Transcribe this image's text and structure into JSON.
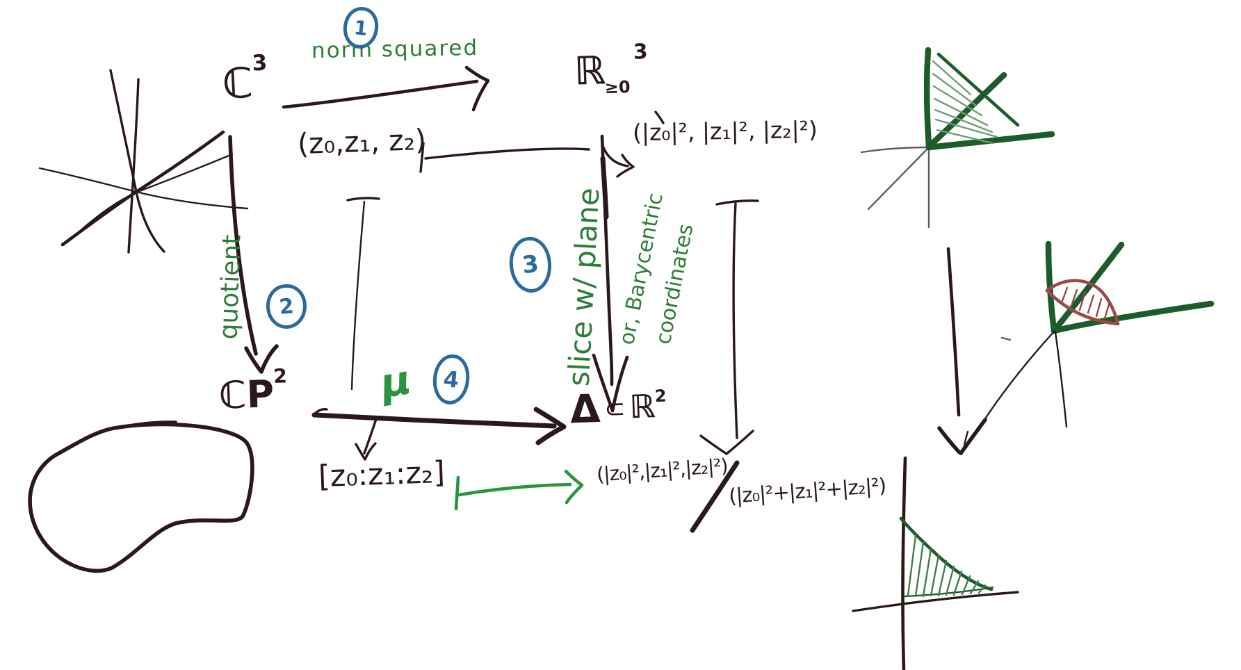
{
  "colors": {
    "paper": "#ffffff",
    "ink": "#2b181b",
    "green": "#2e7d36",
    "greenBright": "#2a9440",
    "greenDark": "#1c5c2a",
    "greenHatch": "#6f9d77",
    "greenHatch2": "#3f7d4c",
    "blue": "#2b6a9f",
    "red": "#9c4848",
    "gray": "#5f5a63"
  },
  "nodes": {
    "c3": {
      "base": "ℂ",
      "sup": "3"
    },
    "r3": {
      "base": "ℝ",
      "sub": "≥0",
      "sup": "3"
    },
    "cp2": {
      "base": "ℂP",
      "sup": "2"
    },
    "delta": {
      "sym": "Δ",
      "subset": "⊂",
      "base": "ℝ",
      "sup": "2"
    }
  },
  "maps": {
    "norm_squared": {
      "label": "norm squared",
      "badge": "1"
    },
    "quotient": {
      "label": "quotient",
      "badge": "2"
    },
    "slice": {
      "label": "slice w/ plane",
      "alt1": "or, Barycentric",
      "alt2": "coordinates",
      "badge": "3"
    },
    "moment": {
      "label": "μ",
      "badge": "4"
    }
  },
  "expressions": {
    "tuple": "(z₀,z₁, z₂)",
    "tuple_norms": "(|z₀|², |z₁|², |z₂|²)",
    "proj_point": "[z₀:z₁:z₂]",
    "frac_num": "(|z₀|²,|z₁|²,|z₂|²)",
    "frac_den": "(|z₀|²+|z₁|²+|z₂|²)"
  }
}
